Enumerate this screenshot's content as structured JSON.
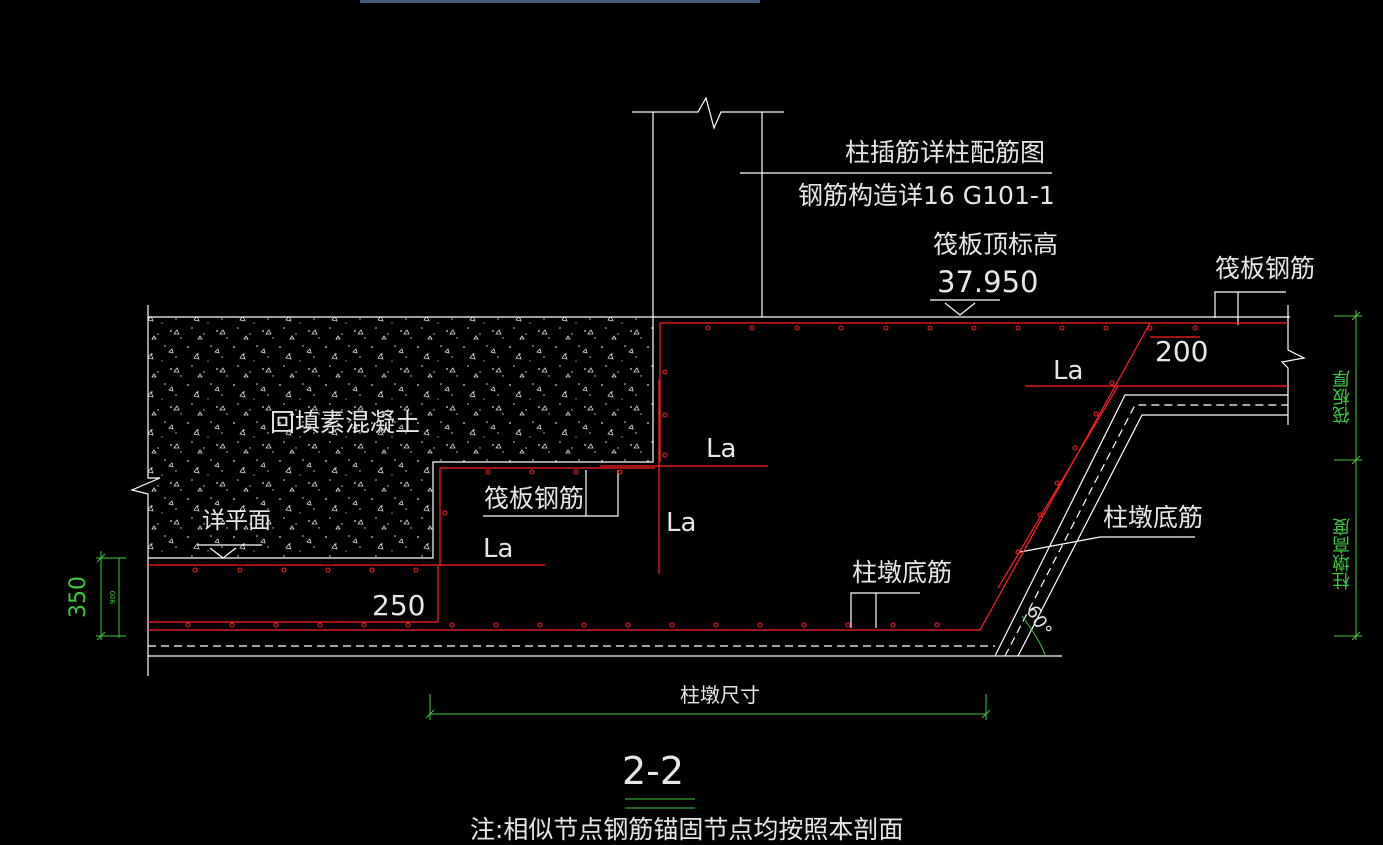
{
  "labels": {
    "column_dowel_note": "柱插筋详柱配筋图",
    "rebar_detail_ref": "钢筋构造详16 G101-1",
    "raft_top_elev_label": "筏板顶标高",
    "raft_top_elev_value": "37.950",
    "raft_rebar_right": "筏板钢筋",
    "raft_rebar_left": "筏板钢筋",
    "backfill_concrete": "回填素混凝土",
    "plan_ref": "详平面",
    "pier_bottom_rebar_1": "柱墩底筋",
    "pier_bottom_rebar_2": "柱墩底筋",
    "la": "La",
    "dim_200": "200",
    "dim_250": "250",
    "dim_350": "350",
    "dim_small": "900",
    "angle_60": "60°",
    "raft_thickness": "筏板厚",
    "pier_height": "柱墩高度",
    "pier_size": "柱墩尺寸",
    "section_title": "2-2",
    "note": "注:相似节点钢筋锚固节点均按照本剖面"
  },
  "colors": {
    "line": "#ffffff",
    "rebar": "#ff2020",
    "dimension": "#3fc83f",
    "text": "#e6e6e6"
  }
}
